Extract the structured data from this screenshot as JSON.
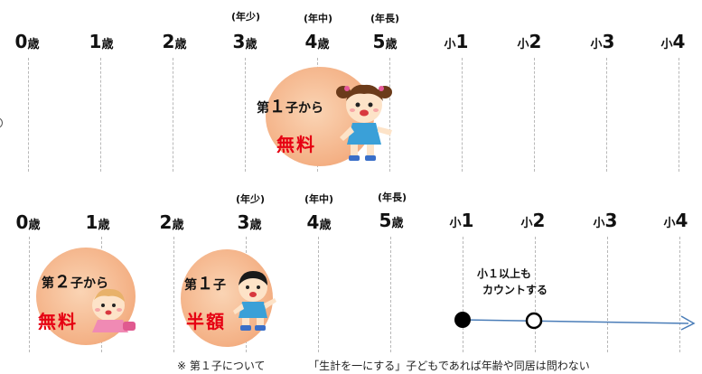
{
  "top_row": {
    "ages": [
      {
        "num": "0",
        "unit": "歳"
      },
      {
        "num": "1",
        "unit": "歳"
      },
      {
        "num": "2",
        "unit": "歳"
      },
      {
        "num": "3",
        "unit": "歳"
      },
      {
        "num": "4",
        "unit": "歳"
      },
      {
        "num": "5",
        "unit": "歳"
      },
      {
        "num": "1",
        "unit": "小"
      },
      {
        "num": "2",
        "unit": "小"
      },
      {
        "num": "3",
        "unit": "小"
      },
      {
        "num": "4",
        "unit": "小"
      }
    ],
    "stages": [
      "(年少)",
      "(年中)",
      "(年長)"
    ],
    "tag_prefix": "第",
    "tag_num": "１",
    "tag_suffix": "子から",
    "status": "無料"
  },
  "bottom_row": {
    "ages": [
      {
        "num": "0",
        "unit": "歳"
      },
      {
        "num": "1",
        "unit": "歳"
      },
      {
        "num": "2",
        "unit": "歳"
      },
      {
        "num": "3",
        "unit": "歳"
      },
      {
        "num": "4",
        "unit": "歳"
      },
      {
        "num": "5",
        "unit": "歳"
      },
      {
        "num": "1",
        "unit": "小"
      },
      {
        "num": "2",
        "unit": "小"
      },
      {
        "num": "3",
        "unit": "小"
      },
      {
        "num": "4",
        "unit": "小"
      }
    ],
    "stages": [
      "(年少)",
      "(年中)",
      "(年長)"
    ],
    "second_child": {
      "prefix": "第",
      "num": "２",
      "suffix": "子から",
      "status": "無料"
    },
    "first_child": {
      "prefix": "第",
      "num": "１",
      "suffix": "子",
      "status": "半額"
    },
    "count_note_line1": "小１以上も",
    "count_note_line2": "カウントする"
  },
  "footnote": {
    "mark": "※ 第１子について",
    "text": "「生計を一にする」子どもであれば年齢や同居は問わない"
  },
  "colors": {
    "ellipse": "#f4b287",
    "accent_red": "#e60012",
    "arrow_blue": "#4a7db8"
  }
}
